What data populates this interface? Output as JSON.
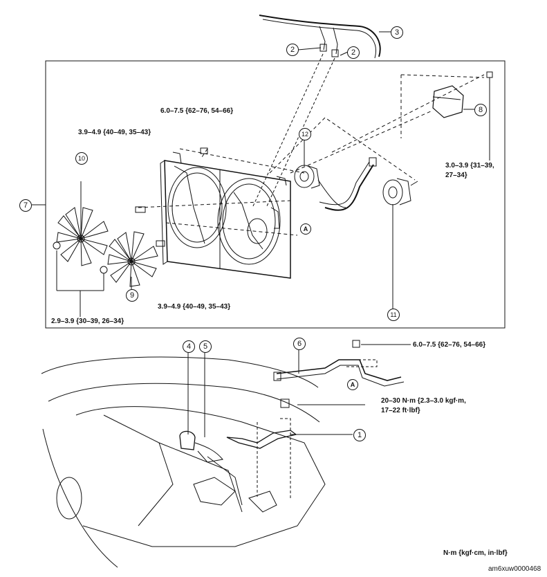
{
  "callouts": {
    "c1": "1",
    "c2a": "2",
    "c2b": "2",
    "c3": "3",
    "c4": "4",
    "c5": "5",
    "c6": "6",
    "c7": "7",
    "c8": "8",
    "c9": "9",
    "c10": "10",
    "c11": "11",
    "c12": "12"
  },
  "reference_marks": {
    "a1": "A",
    "a2": "A"
  },
  "torque_labels": {
    "t_bracket_top": "6.0–7.5 {62–76, 54–66}",
    "t_shroud_left": "3.9–4.9 {40–49, 35–43}",
    "t_resistor_line1": "3.0–3.9 {31–39,",
    "t_resistor_line2": "27–34}",
    "t_motor_bottom": "3.9–4.9 {40–49, 35–43}",
    "t_fan_nut": "2.9–3.9 {30–39, 26–34}",
    "t_pipe_bolt": "6.0–7.5 {62–76, 54–66}",
    "t_bracket_line1": "20–30 N·m {2.3–3.0 kgf·m,",
    "t_bracket_line2": "17–22 ft·lbf}"
  },
  "units_note": "N·m {kgf·cm, in·lbf}",
  "figure_code": "am6xuw0000468",
  "icons": {
    "fan_left": "fan-blade-icon",
    "fan_right": "fan-blade-icon",
    "motor": "fan-motor-icon",
    "resistor": "resistor-icon"
  },
  "colors": {
    "ink": "#111111",
    "paper": "#ffffff"
  }
}
